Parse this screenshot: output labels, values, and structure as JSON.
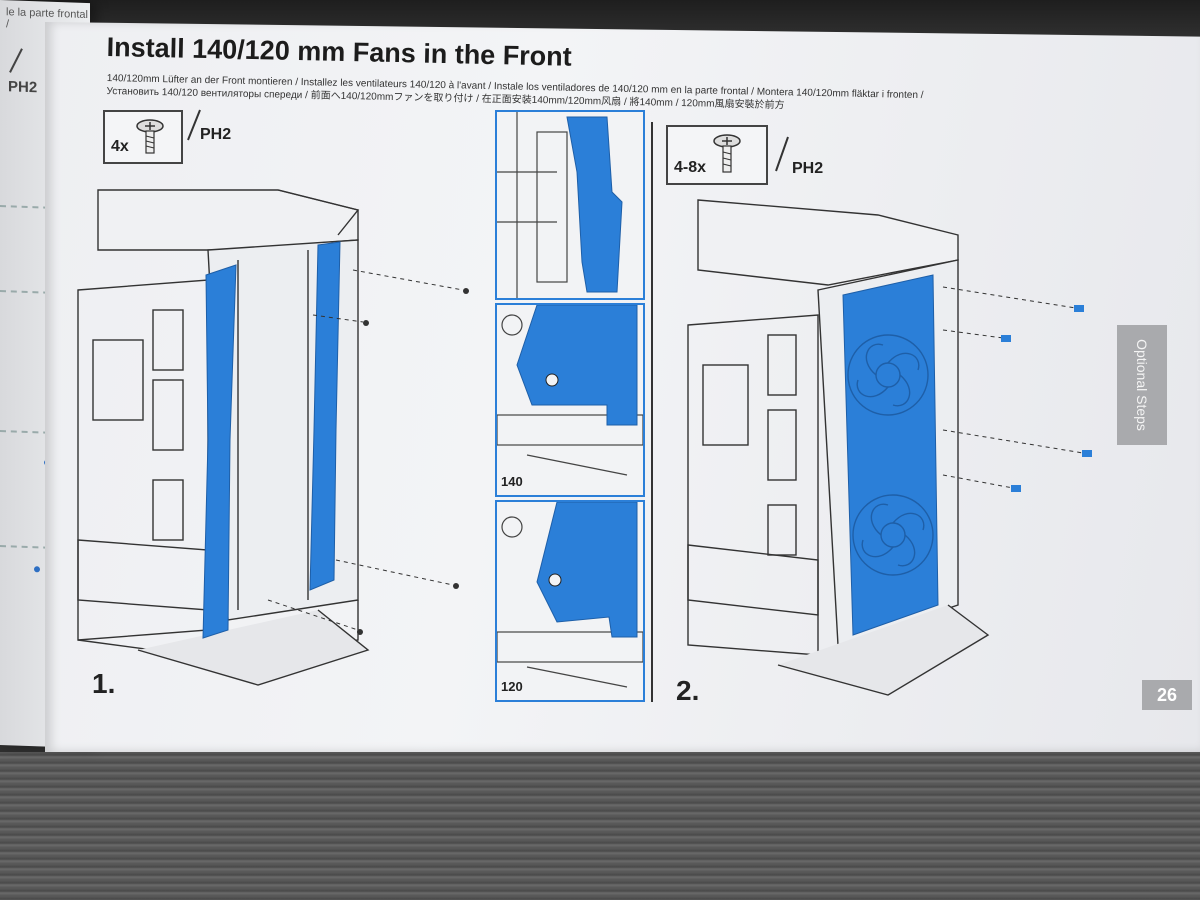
{
  "manual": {
    "title": "Install 140/120 mm Fans in the Front",
    "subtitle_line1": "140/120mm Lüfter an der Front montieren / Installez les ventilateurs 140/120 à l'avant / Instale los ventiladores de 140/120 mm en la parte frontal / Montera 140/120mm fläktar i fronten /",
    "subtitle_line2": "Установить 140/120 вентиляторы спереди / 前面へ140/120mmファンを取り付け / 在正面安装140mm/120mm风扇 / 將140mm / 120mm風扇安裝於前方",
    "side_tab": "Optional Steps",
    "page_number": "26"
  },
  "left_page": {
    "header_fragment": "le la parte frontal /",
    "tool": "PH2"
  },
  "step1": {
    "number": "1.",
    "screw_qty": "4x",
    "tool": "PH2",
    "detail_labels": [
      "140",
      "120"
    ]
  },
  "step2": {
    "number": "2.",
    "screw_qty": "4-8x",
    "tool": "PH2"
  },
  "colors": {
    "highlight_blue": "#2b7fd8",
    "paper": "#eff0f3",
    "line_art": "#333333",
    "tab_gray": "#a9aaad"
  },
  "icons": [
    "screw-icon",
    "screwdriver-icon"
  ]
}
